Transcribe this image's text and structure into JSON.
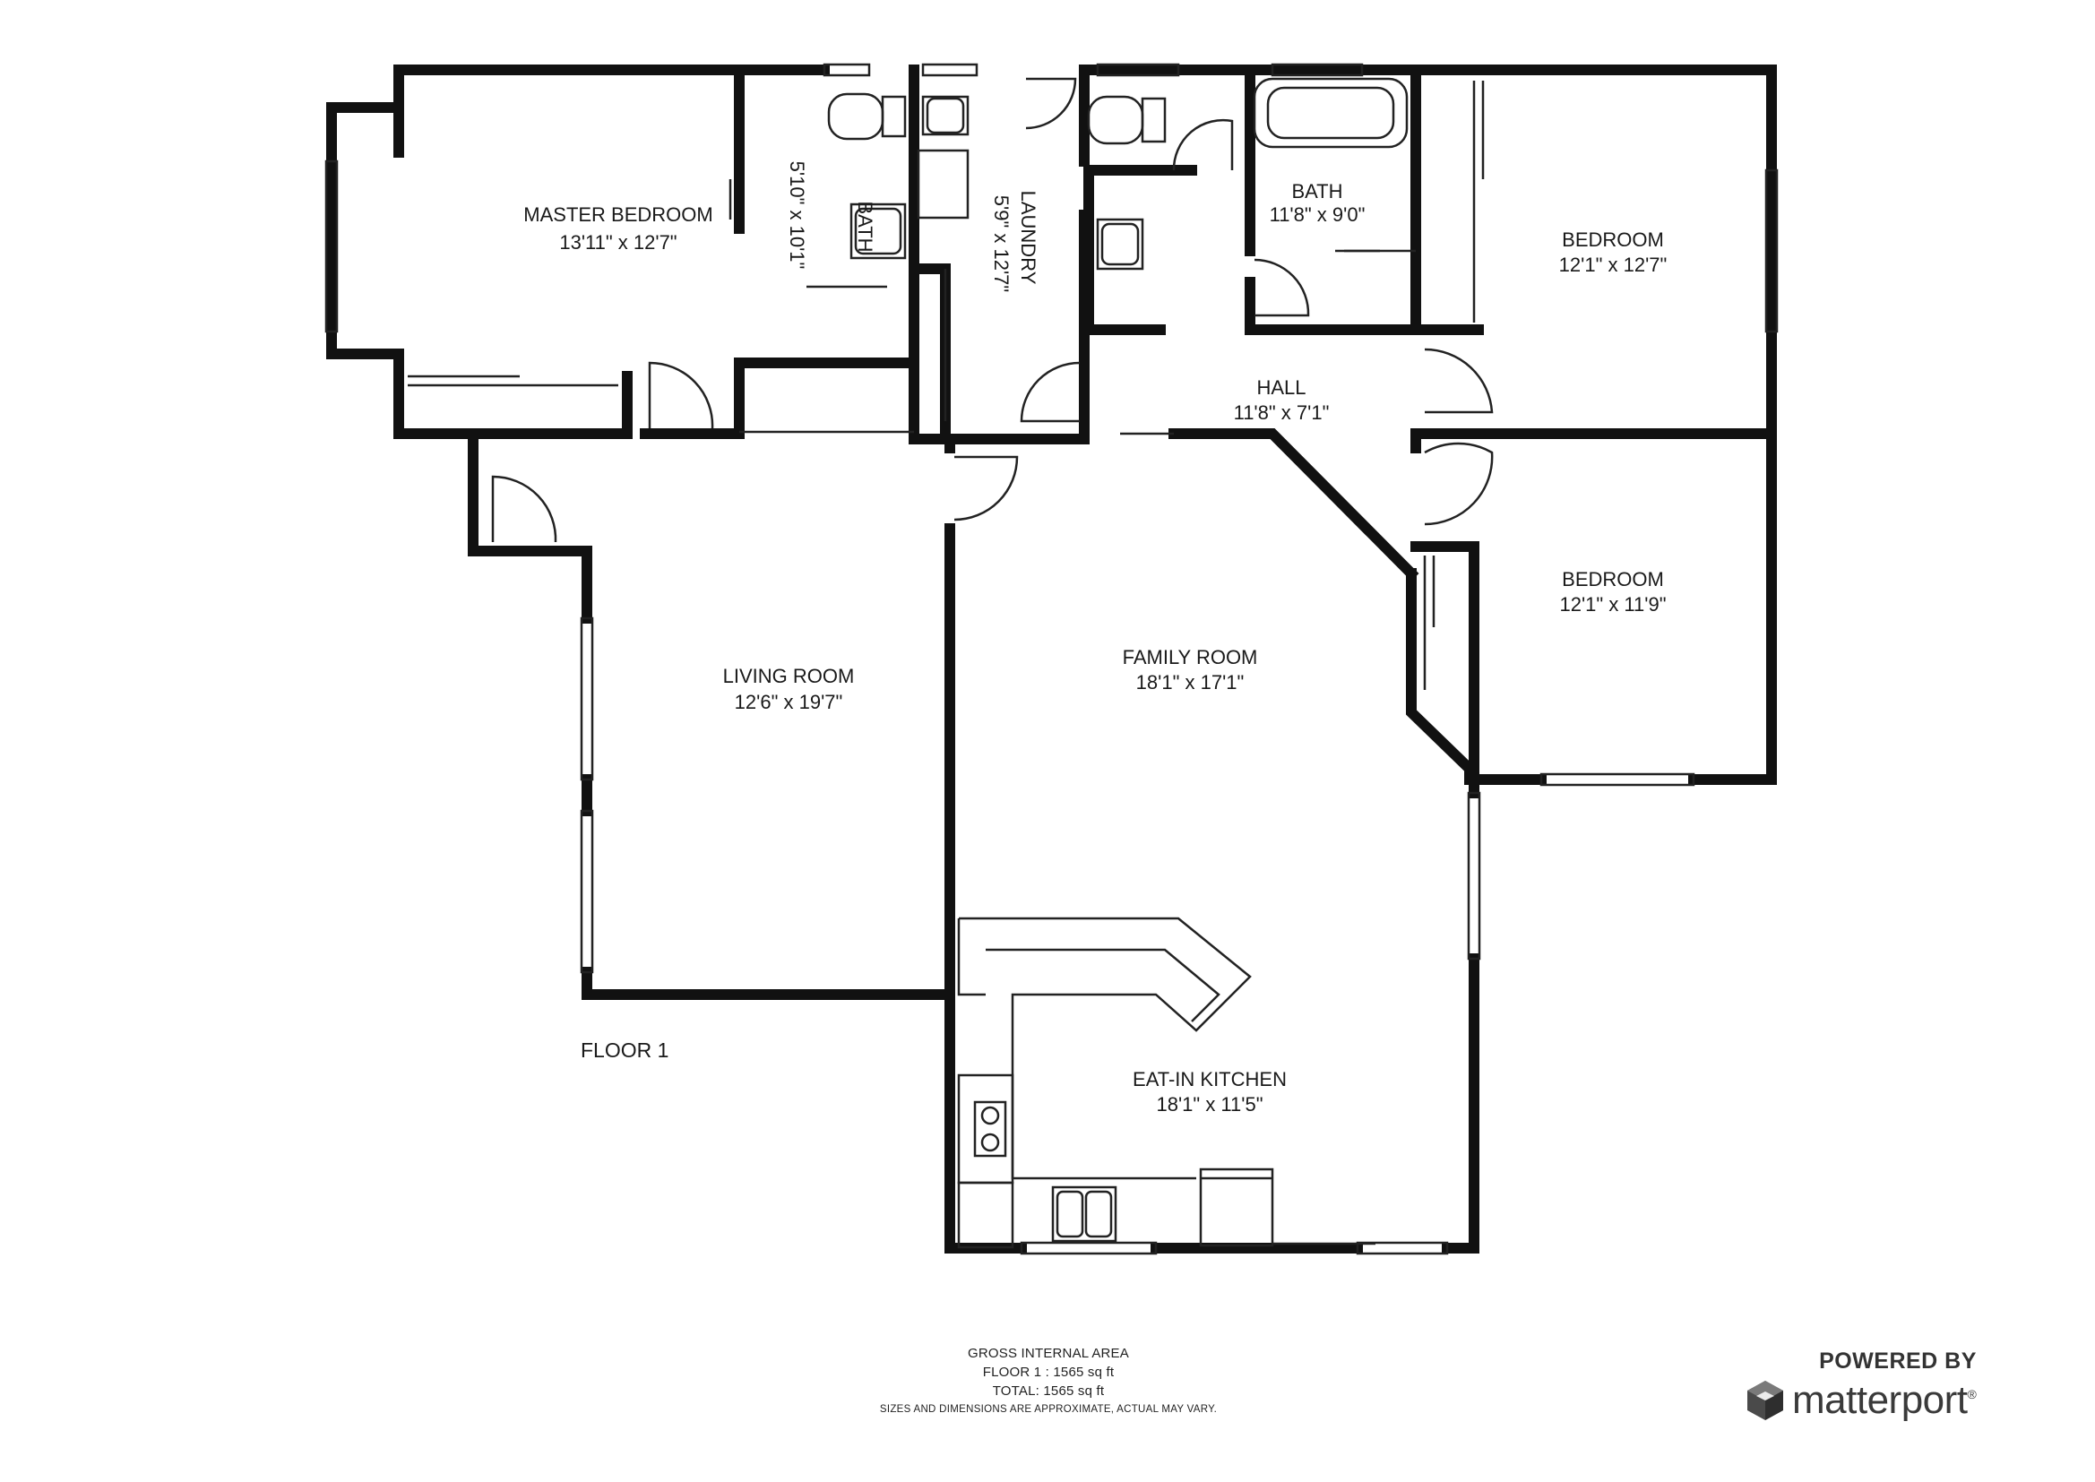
{
  "floor_label": "FLOOR 1",
  "rooms": [
    {
      "id": "master-bedroom",
      "name": "MASTER BEDROOM",
      "size": "13'11\" x 12'7\""
    },
    {
      "id": "master-bath",
      "name": "BATH",
      "size": "5'10\" x 10'1\""
    },
    {
      "id": "laundry",
      "name": "LAUNDRY",
      "size": "5'9\" x 12'7\""
    },
    {
      "id": "bath",
      "name": "BATH",
      "size": "11'8\" x 9'0\""
    },
    {
      "id": "bedroom-1",
      "name": "BEDROOM",
      "size": "12'1\" x 12'7\""
    },
    {
      "id": "hall",
      "name": "HALL",
      "size": "11'8\" x 7'1\""
    },
    {
      "id": "bedroom-2",
      "name": "BEDROOM",
      "size": "12'1\" x 11'9\""
    },
    {
      "id": "living-room",
      "name": "LIVING ROOM",
      "size": "12'6\" x 19'7\""
    },
    {
      "id": "family-room",
      "name": "FAMILY ROOM",
      "size": "18'1\" x 17'1\""
    },
    {
      "id": "eat-in-kitchen",
      "name": "EAT-IN KITCHEN",
      "size": "18'1\" x 11'5\""
    }
  ],
  "footer": {
    "title": "GROSS INTERNAL AREA",
    "floor_area": "FLOOR 1 : 1565 sq ft",
    "total_area": "TOTAL: 1565 sq ft",
    "disclaimer": "SIZES AND DIMENSIONS ARE APPROXIMATE, ACTUAL MAY VARY."
  },
  "brand": {
    "powered_by": "POWERED BY",
    "name": "matterport",
    "mark": "®",
    "logo_icon": "matterport-cube-icon"
  },
  "colors": {
    "wall": "#111111",
    "line": "#222222",
    "background": "#ffffff"
  }
}
